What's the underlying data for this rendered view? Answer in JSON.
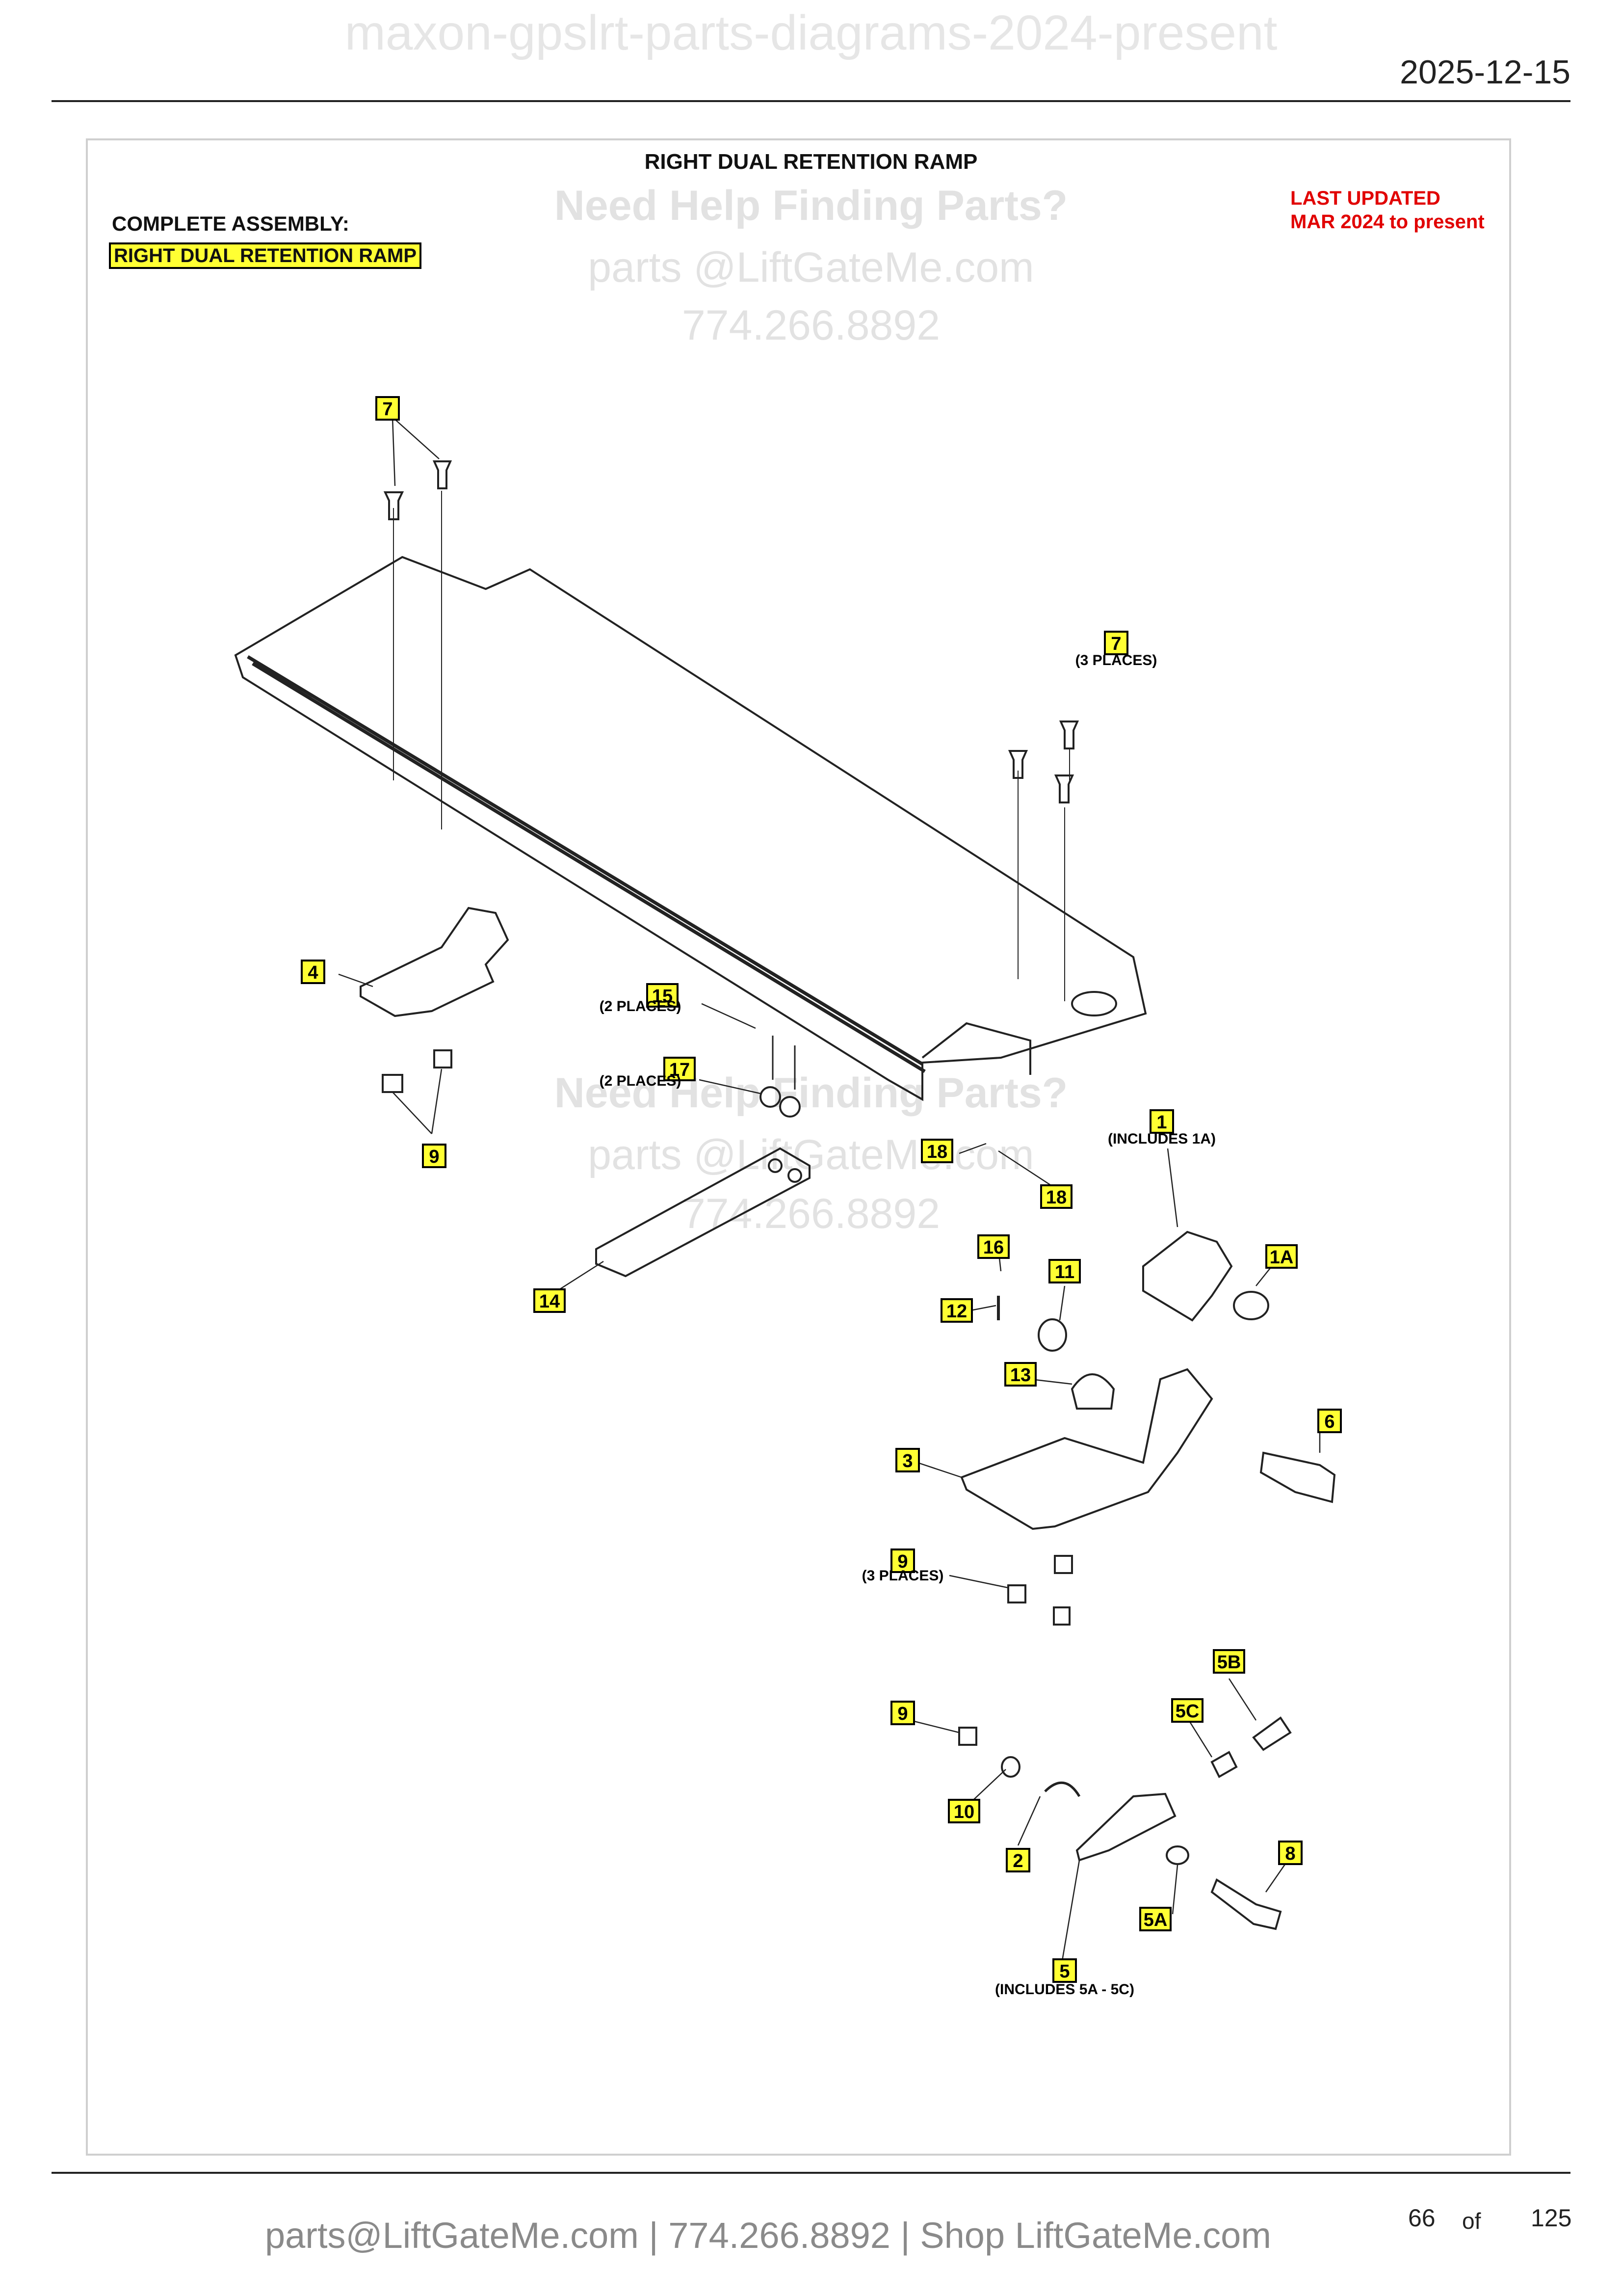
{
  "watermark_top": "maxon-gpslrt-parts-diagrams-2024-present",
  "date": "2025-12-15",
  "diagram": {
    "title": "RIGHT DUAL RETENTION RAMP",
    "complete_assembly_label": "COMPLETE ASSEMBLY:",
    "complete_assembly_value": "RIGHT DUAL RETENTION RAMP",
    "last_updated_line1": "LAST UPDATED",
    "last_updated_line2": "MAR 2024 to present",
    "help": [
      "Need Help Finding Parts?",
      "parts @LiftGateMe.com",
      "774.266.8892"
    ],
    "callouts": [
      "7",
      "7",
      "4",
      "9",
      "15",
      "17",
      "1",
      "1A",
      "18",
      "18",
      "16",
      "14",
      "11",
      "12",
      "13",
      "6",
      "3",
      "9",
      "5B",
      "9",
      "5C",
      "10",
      "2",
      "8",
      "5A",
      "5"
    ],
    "notes": [
      "(3 PLACES)",
      "(2 PLACES)",
      "(2 PLACES)",
      "(INCLUDES 1A)",
      "(3 PLACES)",
      "(INCLUDES 5A - 5C)"
    ]
  },
  "footer": {
    "contact": "parts@LiftGateMe.com | 774.266.8892 | Shop LiftGateMe.com",
    "page": "66",
    "of": "of",
    "total": "125"
  }
}
